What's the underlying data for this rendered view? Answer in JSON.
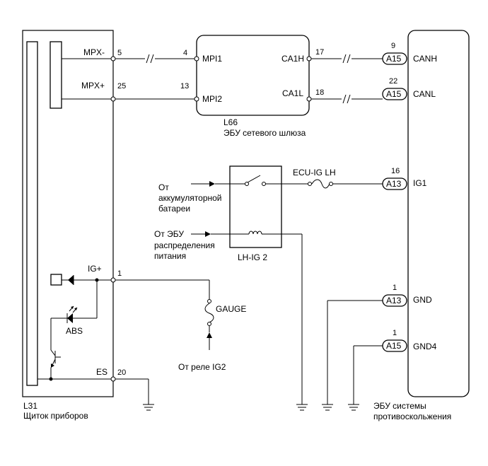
{
  "combination_meter": {
    "code": "L31",
    "name": "Щиток приборов",
    "mpx_minus": "MPX-",
    "mpx_plus": "MPX+",
    "ig_plus": "IG+",
    "abs": "ABS",
    "es": "ES",
    "pin_mpx_minus": "5",
    "pin_mpx_plus": "25",
    "pin_ig": "1",
    "pin_es": "20"
  },
  "gateway_ecu": {
    "code": "L66",
    "name": "ЭБУ сетевого шлюза",
    "mpi1": "MPI1",
    "mpi2": "MPI2",
    "ca1h": "CA1H",
    "ca1l": "CA1L",
    "pin_mpi1": "4",
    "pin_mpi2": "13",
    "pin_ca1h": "17",
    "pin_ca1l": "18"
  },
  "skid_ecu": {
    "name_line1": "ЭБУ системы",
    "name_line2": "противоскольжения",
    "canh": "CANH",
    "canl": "CANL",
    "ig1": "IG1",
    "gnd": "GND",
    "gnd4": "GND4",
    "pin_canh": "9",
    "pin_canl": "22",
    "pin_ig1": "16",
    "pin_gnd": "1",
    "pin_gnd4": "1",
    "conn_canh": "A15",
    "conn_canl": "A15",
    "conn_ig1": "A13",
    "conn_gnd": "A13",
    "conn_gnd4": "A15"
  },
  "relay": {
    "label": "LH-IG 2",
    "fuse": "ECU-IG LH",
    "from_battery_line1": "От",
    "from_battery_line2": "аккумуляторной",
    "from_battery_line3": "батареи",
    "from_ecu_line1": "От ЭБУ",
    "from_ecu_line2": "распределения",
    "from_ecu_line3": "питания"
  },
  "gauge": {
    "fuse": "GAUGE",
    "source": "От реле IG2"
  }
}
